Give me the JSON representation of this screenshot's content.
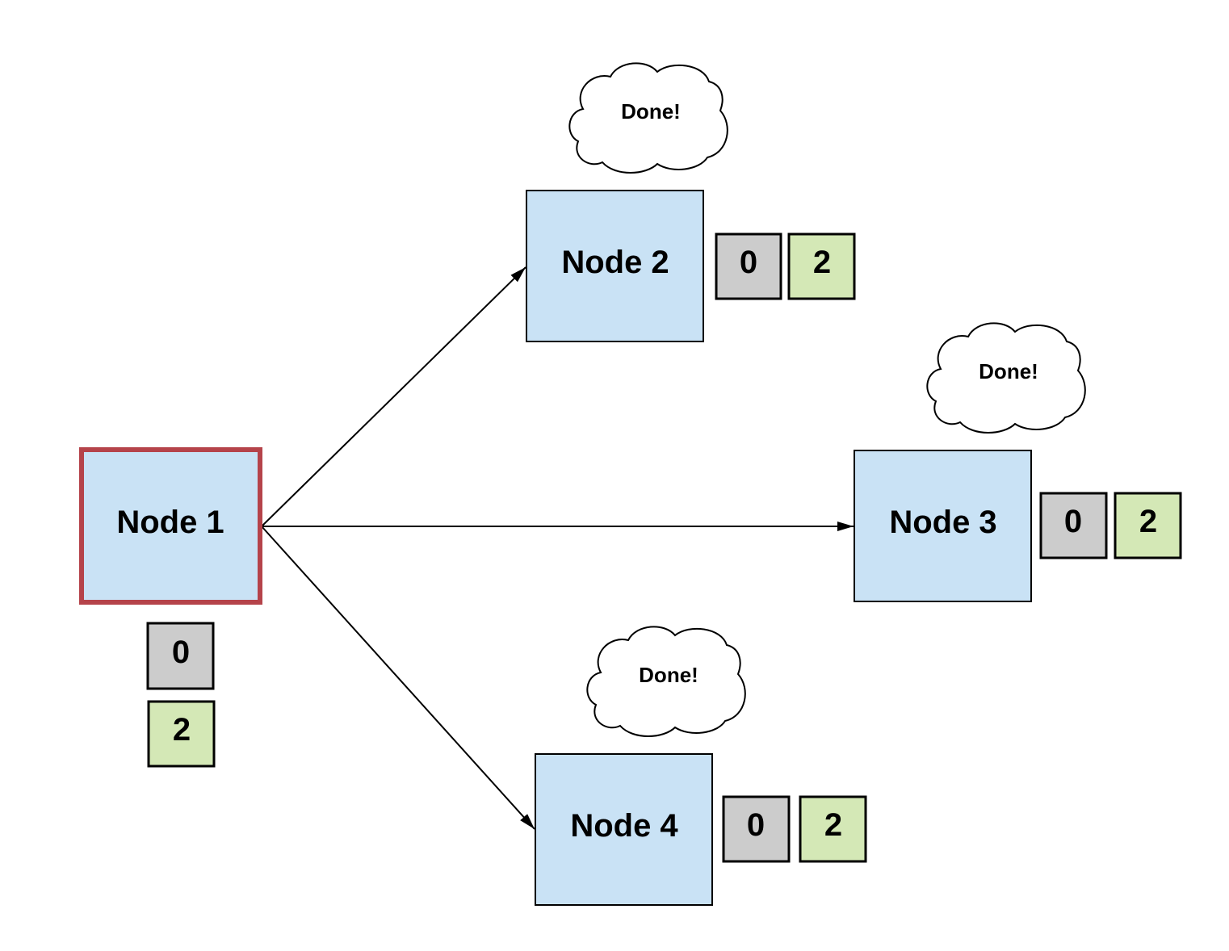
{
  "colors": {
    "node_fill": "#c9e2f5",
    "node_border": "#000000",
    "active_node_border": "#b5434a",
    "counter_gray": "#cccccc",
    "counter_green": "#d4e8b6",
    "edge": "#000000"
  },
  "nodes": [
    {
      "id": "node1",
      "label": "Node 1",
      "active": true,
      "counters": {
        "gray": "0",
        "green": "2"
      }
    },
    {
      "id": "node2",
      "label": "Node 2",
      "active": false,
      "counters": {
        "gray": "0",
        "green": "2"
      },
      "status": "Done!"
    },
    {
      "id": "node3",
      "label": "Node 3",
      "active": false,
      "counters": {
        "gray": "0",
        "green": "2"
      },
      "status": "Done!"
    },
    {
      "id": "node4",
      "label": "Node 4",
      "active": false,
      "counters": {
        "gray": "0",
        "green": "2"
      },
      "status": "Done!"
    }
  ],
  "edges": [
    {
      "from": "Node 1",
      "to": "Node 2"
    },
    {
      "from": "Node 1",
      "to": "Node 3"
    },
    {
      "from": "Node 1",
      "to": "Node 4"
    }
  ]
}
